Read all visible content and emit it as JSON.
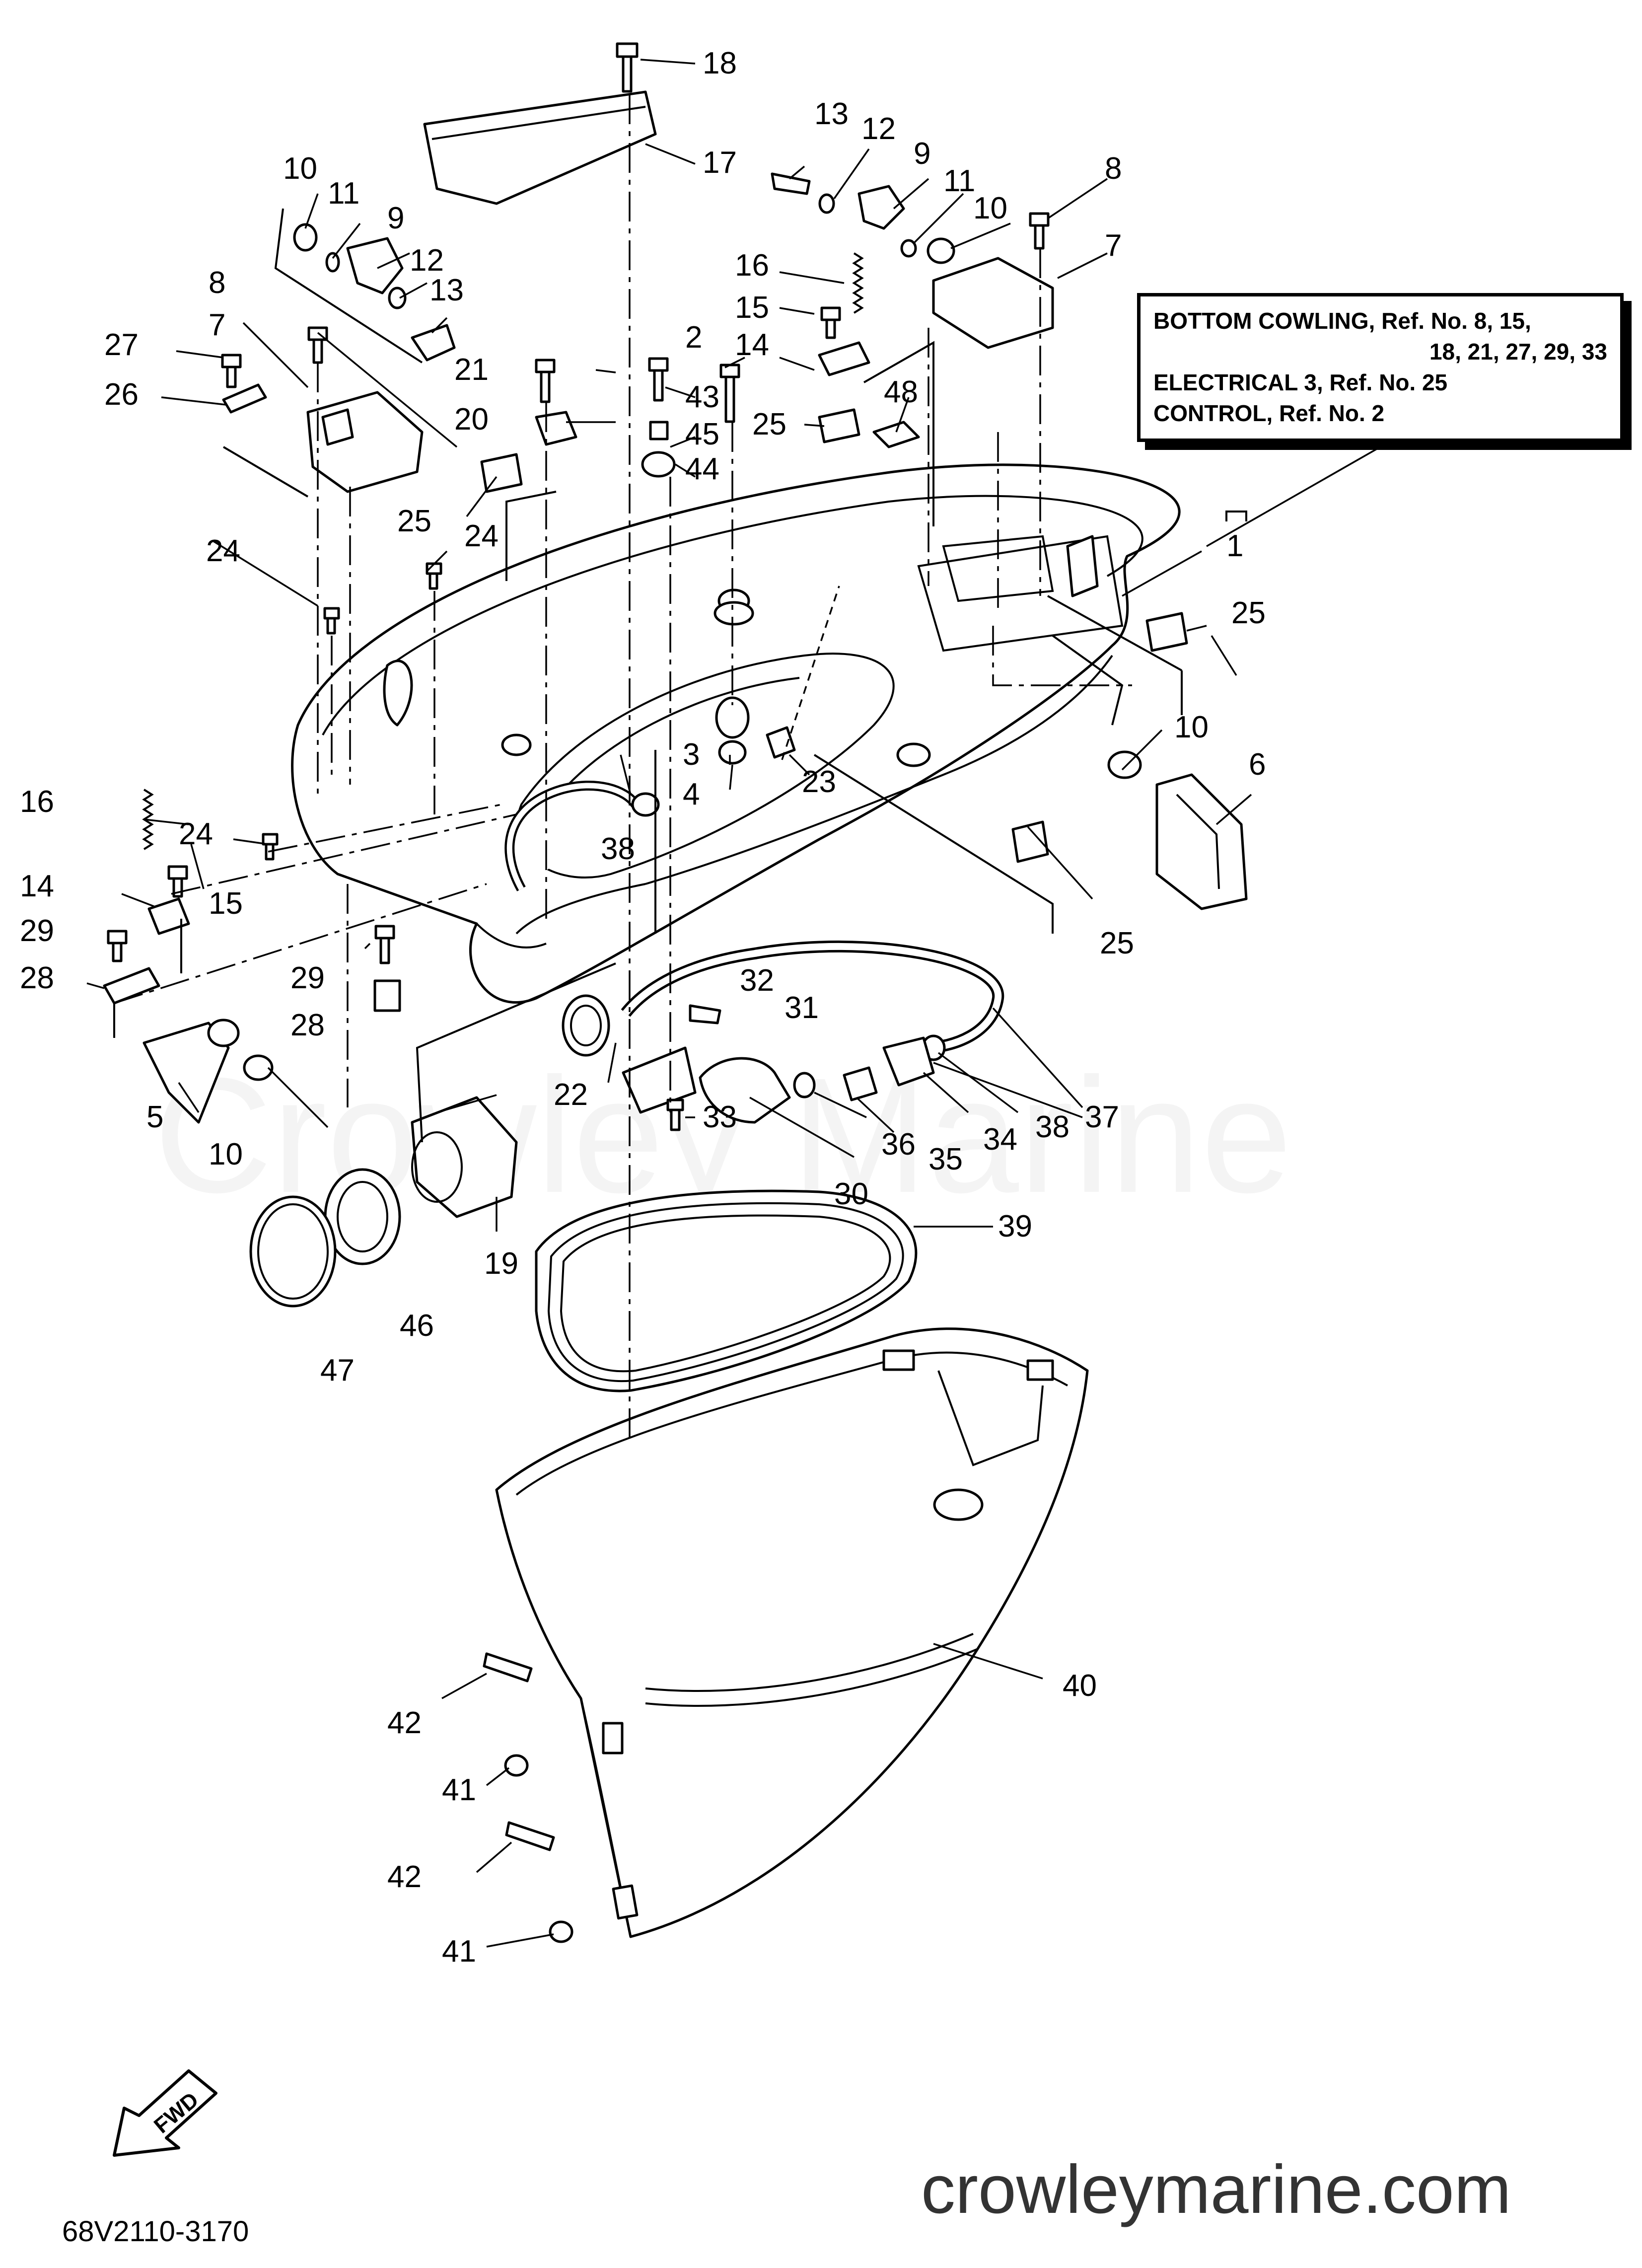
{
  "ref_box": {
    "line1": "BOTTOM COWLING, Ref. No. 8, 15,",
    "line2": "18, 21, 27, 29, 33",
    "line3": "ELECTRICAL 3, Ref. No. 25",
    "line4": "CONTROL, Ref. No. 2"
  },
  "watermark": "Crowley Marine",
  "website": "crowleymarine.com",
  "diagram_code": "68V2110-3170",
  "fwd_label": "FWD",
  "callouts": {
    "c1": "1",
    "c2": "2",
    "c3": "3",
    "c4": "4",
    "c5": "5",
    "c6": "6",
    "c7a": "7",
    "c7b": "7",
    "c8a": "8",
    "c8b": "8",
    "c9a": "9",
    "c9b": "9",
    "c10a": "10",
    "c10b": "10",
    "c10c": "10",
    "c10d": "10",
    "c11a": "11",
    "c11b": "11",
    "c12a": "12",
    "c12b": "12",
    "c13a": "13",
    "c13b": "13",
    "c14a": "14",
    "c14b": "14",
    "c15a": "15",
    "c15b": "15",
    "c16a": "16",
    "c16b": "16",
    "c17": "17",
    "c18": "18",
    "c19": "19",
    "c20": "20",
    "c21": "21",
    "c22": "22",
    "c23": "23",
    "c24a": "24",
    "c24b": "24",
    "c24c": "24",
    "c25a": "25",
    "c25b": "25",
    "c25c": "25",
    "c25d": "25",
    "c26": "26",
    "c27": "27",
    "c28a": "28",
    "c28b": "28",
    "c29a": "29",
    "c29b": "29",
    "c30": "30",
    "c31": "31",
    "c32": "32",
    "c33": "33",
    "c34": "34",
    "c35": "35",
    "c36": "36",
    "c37": "37",
    "c38a": "38",
    "c38b": "38",
    "c39": "39",
    "c40": "40",
    "c41a": "41",
    "c41b": "41",
    "c42a": "42",
    "c42b": "42",
    "c43": "43",
    "c44": "44",
    "c45": "45",
    "c46": "46",
    "c47": "47",
    "c48": "48"
  }
}
